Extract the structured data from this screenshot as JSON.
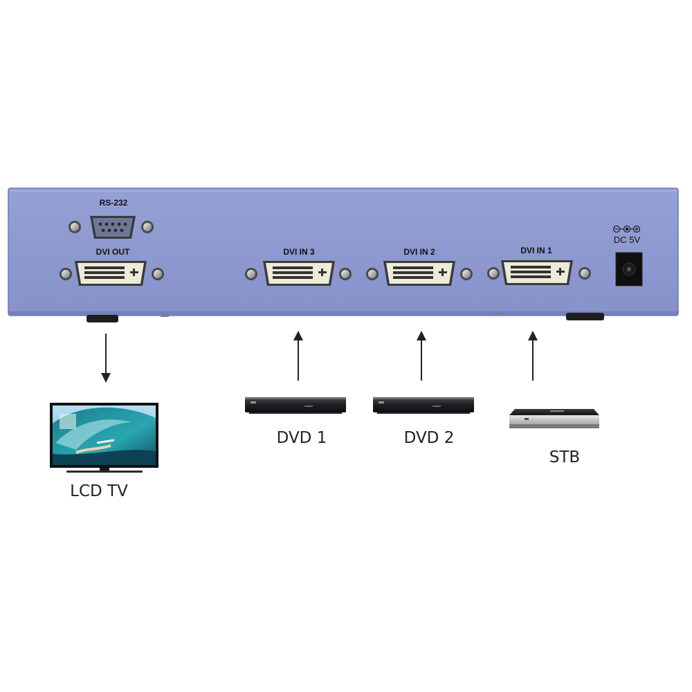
{
  "switch_panel": {
    "labels": {
      "rs232": "RS-232",
      "dvi_out": "DVI OUT",
      "dvi_in_3": "DVI IN 3",
      "dvi_in_2": "DVI IN 2",
      "dvi_in_1": "DVI IN 1",
      "dc_power": "DC 5V"
    }
  },
  "devices": {
    "lcd_tv": "LCD TV",
    "dvd_1": "DVD 1",
    "dvd_2": "DVD 2",
    "stb": "STB"
  },
  "colors": {
    "panel": "#8c98cf",
    "panel_edge": "#6e7ab4",
    "connector": "#ecebd9",
    "screw": "#b5b5b5",
    "foot": "#1e1e1e",
    "arrow": "#222222"
  },
  "icons": {
    "arrow_out": "arrow-down-icon",
    "arrow_in": "arrow-up-icon",
    "power_polarity": "dc-polarity-icon"
  }
}
